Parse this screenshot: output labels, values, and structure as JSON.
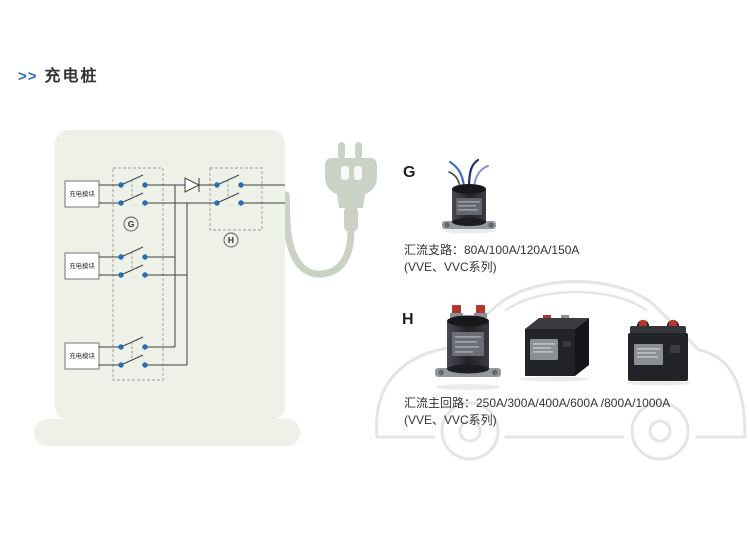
{
  "header": {
    "marker": ">>",
    "title": "充电桩"
  },
  "diagram": {
    "modules": [
      "充电模块",
      "充电模块",
      "充电模块"
    ],
    "group_g": "G",
    "group_h": "H"
  },
  "section_g": {
    "label": "G",
    "desc_line1": "汇流支路：80A/100A/120A/150A",
    "desc_line2": "(VVE、VVC系列)"
  },
  "section_h": {
    "label": "H",
    "desc_line1": "汇流主回路：250A/300A/400A/600A /800A/1000A",
    "desc_line2": "(VVE、VVC系列)"
  },
  "colors": {
    "accent": "#2a6db4",
    "panel": "#edf1e8",
    "cable": "#c9d2c5",
    "line": "#3f3f3f",
    "car": "#e3e6e2",
    "text": "#333333"
  }
}
